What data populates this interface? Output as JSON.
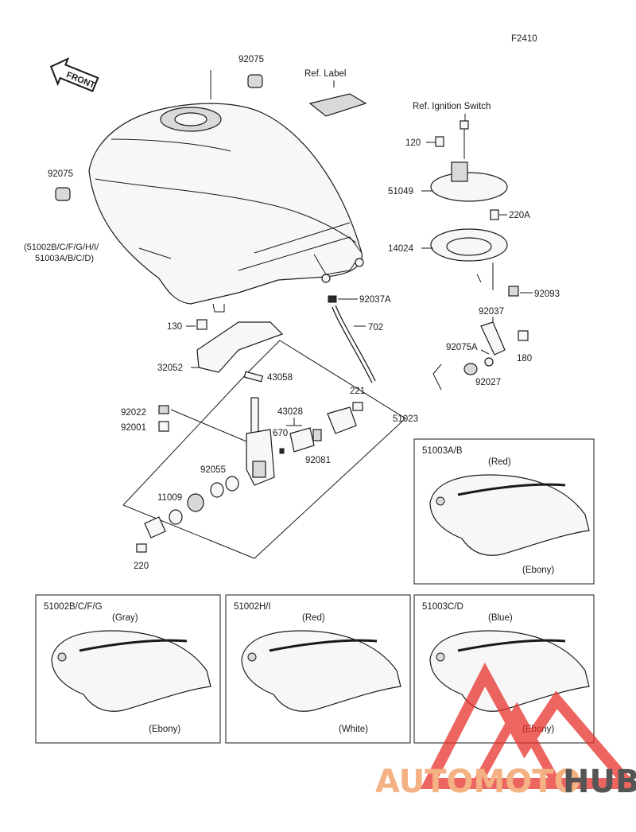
{
  "figure_code": "F2410",
  "front_label": "FRONT",
  "parts": {
    "p92075_top": "92075",
    "ref_label": "Ref. Label",
    "ref_ignition": "Ref. Ignition Switch",
    "p120": "120",
    "p51049": "51049",
    "p220a": "220A",
    "p14024": "14024",
    "p92093": "92093",
    "p92037a": "92037A",
    "p702": "702",
    "p92037": "92037",
    "p180": "180",
    "p92075a": "92075A",
    "p92027": "92027",
    "p92075_left": "92075",
    "tank_codes_1": "(51002B/C/F/G/H/I/",
    "tank_codes_2": "51003A/B/C/D)",
    "p130": "130",
    "p32052": "32052",
    "p43058": "43058",
    "p221": "221",
    "p51023": "51023",
    "p92022": "92022",
    "p92001": "92001",
    "p43028": "43028",
    "p670": "670",
    "p92081": "92081",
    "p92055": "92055",
    "p11009": "11009",
    "p220": "220"
  },
  "variants": [
    {
      "code": "51003A/B",
      "stripe": "(Red)",
      "body": "(Ebony)"
    },
    {
      "code": "51002B/C/F/G",
      "stripe": "(Gray)",
      "body": "(Ebony)"
    },
    {
      "code": "51002H/I",
      "stripe": "(Red)",
      "body": "(White)"
    },
    {
      "code": "51003C/D",
      "stripe": "(Blue)",
      "body": "(Ebony)"
    }
  ],
  "watermark": {
    "part1": "AUTOMOTO",
    "part2": "HUB",
    "color1": "#f4b183",
    "color2": "#555555",
    "logo_color": "#e8322b"
  }
}
